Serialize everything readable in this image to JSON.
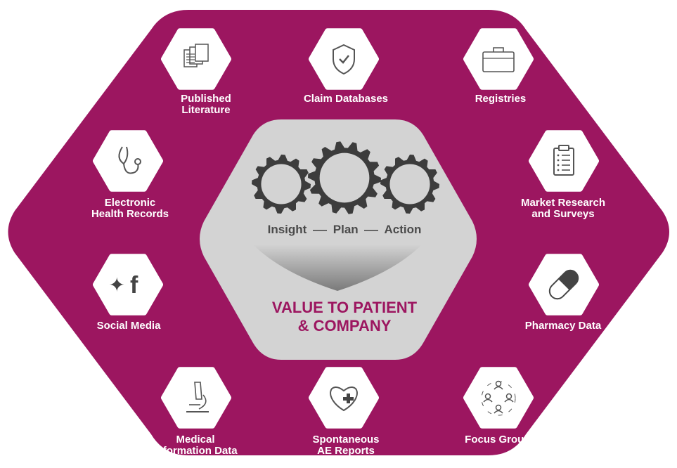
{
  "colors": {
    "outer_hexagon": "#9c1660",
    "center_hexagon": "#d3d3d3",
    "gear": "#3c3c3c",
    "icon_badge": "#ffffff",
    "icon_stroke": "#555555",
    "value_text": "#9c1660",
    "label_text": "#ffffff"
  },
  "center": {
    "tagline": {
      "insight": "Insight",
      "plan": "Plan",
      "action": "Action"
    },
    "value_line1": "VALUE TO PATIENT",
    "value_line2": "& COMPANY",
    "gear_icons": [
      "gear-icon",
      "gear-icon",
      "gear-icon"
    ],
    "arrow_icon": "chevron-down-icon"
  },
  "sources": [
    {
      "icon": "documents-icon",
      "line1": "Published",
      "line2": "Literature"
    },
    {
      "icon": "shield-check-icon",
      "line1": "Claim Databases",
      "line2": ""
    },
    {
      "icon": "briefcase-icon",
      "line1": "Registries",
      "line2": ""
    },
    {
      "icon": "stethoscope-icon",
      "line1": "Electronic",
      "line2": "Health Records"
    },
    {
      "icon": "clipboard-icon",
      "line1": "Market Research",
      "line2": "and Surveys"
    },
    {
      "icon": "social-media-icon",
      "line1": "Social Media",
      "line2": ""
    },
    {
      "icon": "capsule-icon",
      "line1": "Pharmacy Data",
      "line2": ""
    },
    {
      "icon": "microscope-icon",
      "line1": "Medical",
      "line2": "Information Data"
    },
    {
      "icon": "heart-plus-icon",
      "line1": "Spontaneous",
      "line2": "AE Reports"
    },
    {
      "icon": "focus-group-icon",
      "line1": "Focus Groups",
      "line2": ""
    }
  ]
}
